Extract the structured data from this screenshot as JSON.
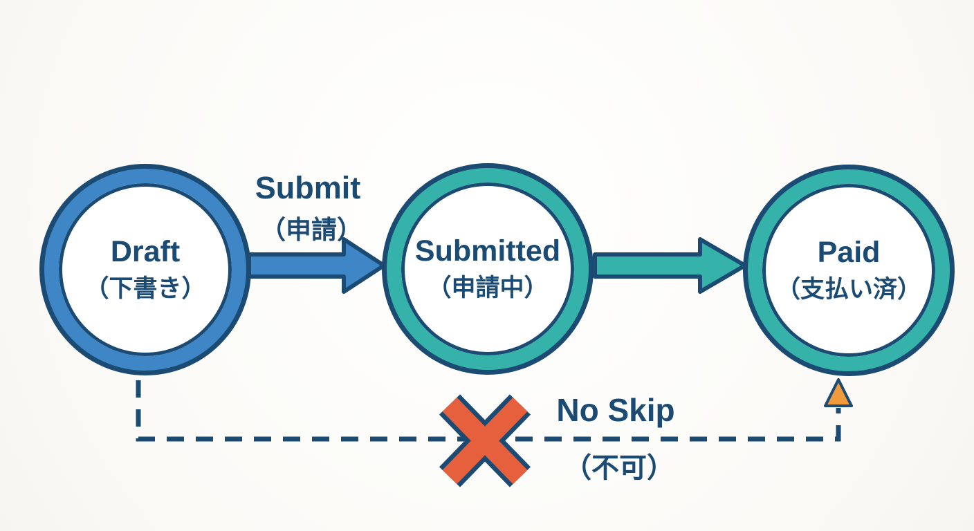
{
  "diagram": {
    "nodes": [
      {
        "id": "draft",
        "label_en": "Draft",
        "label_ja": "（下書き）",
        "ring_color": "#3f86c6"
      },
      {
        "id": "submitted",
        "label_en": "Submitted",
        "label_ja": "（申請中）",
        "ring_color": "#35b3ab"
      },
      {
        "id": "paid",
        "label_en": "Paid",
        "label_ja": "（支払い済）",
        "ring_color": "#35b3ab"
      }
    ],
    "transitions": [
      {
        "from": "draft",
        "to": "submitted",
        "label_en": "Submit",
        "label_ja": "（申請）",
        "color": "#3f86c6"
      },
      {
        "from": "submitted",
        "to": "paid",
        "label_en": "",
        "label_ja": "",
        "color": "#35b3ab"
      }
    ],
    "forbidden_transition": {
      "from": "draft",
      "to": "paid",
      "label_en": "No Skip",
      "label_ja": "（不可）"
    },
    "colors": {
      "outline": "#1b4a72",
      "blue": "#3f86c6",
      "teal": "#35b3ab",
      "x_red": "#e6603d",
      "arrowhead_orange": "#f09a3e",
      "node_fill": "#ffffff",
      "background": "#fcfbf9"
    }
  }
}
